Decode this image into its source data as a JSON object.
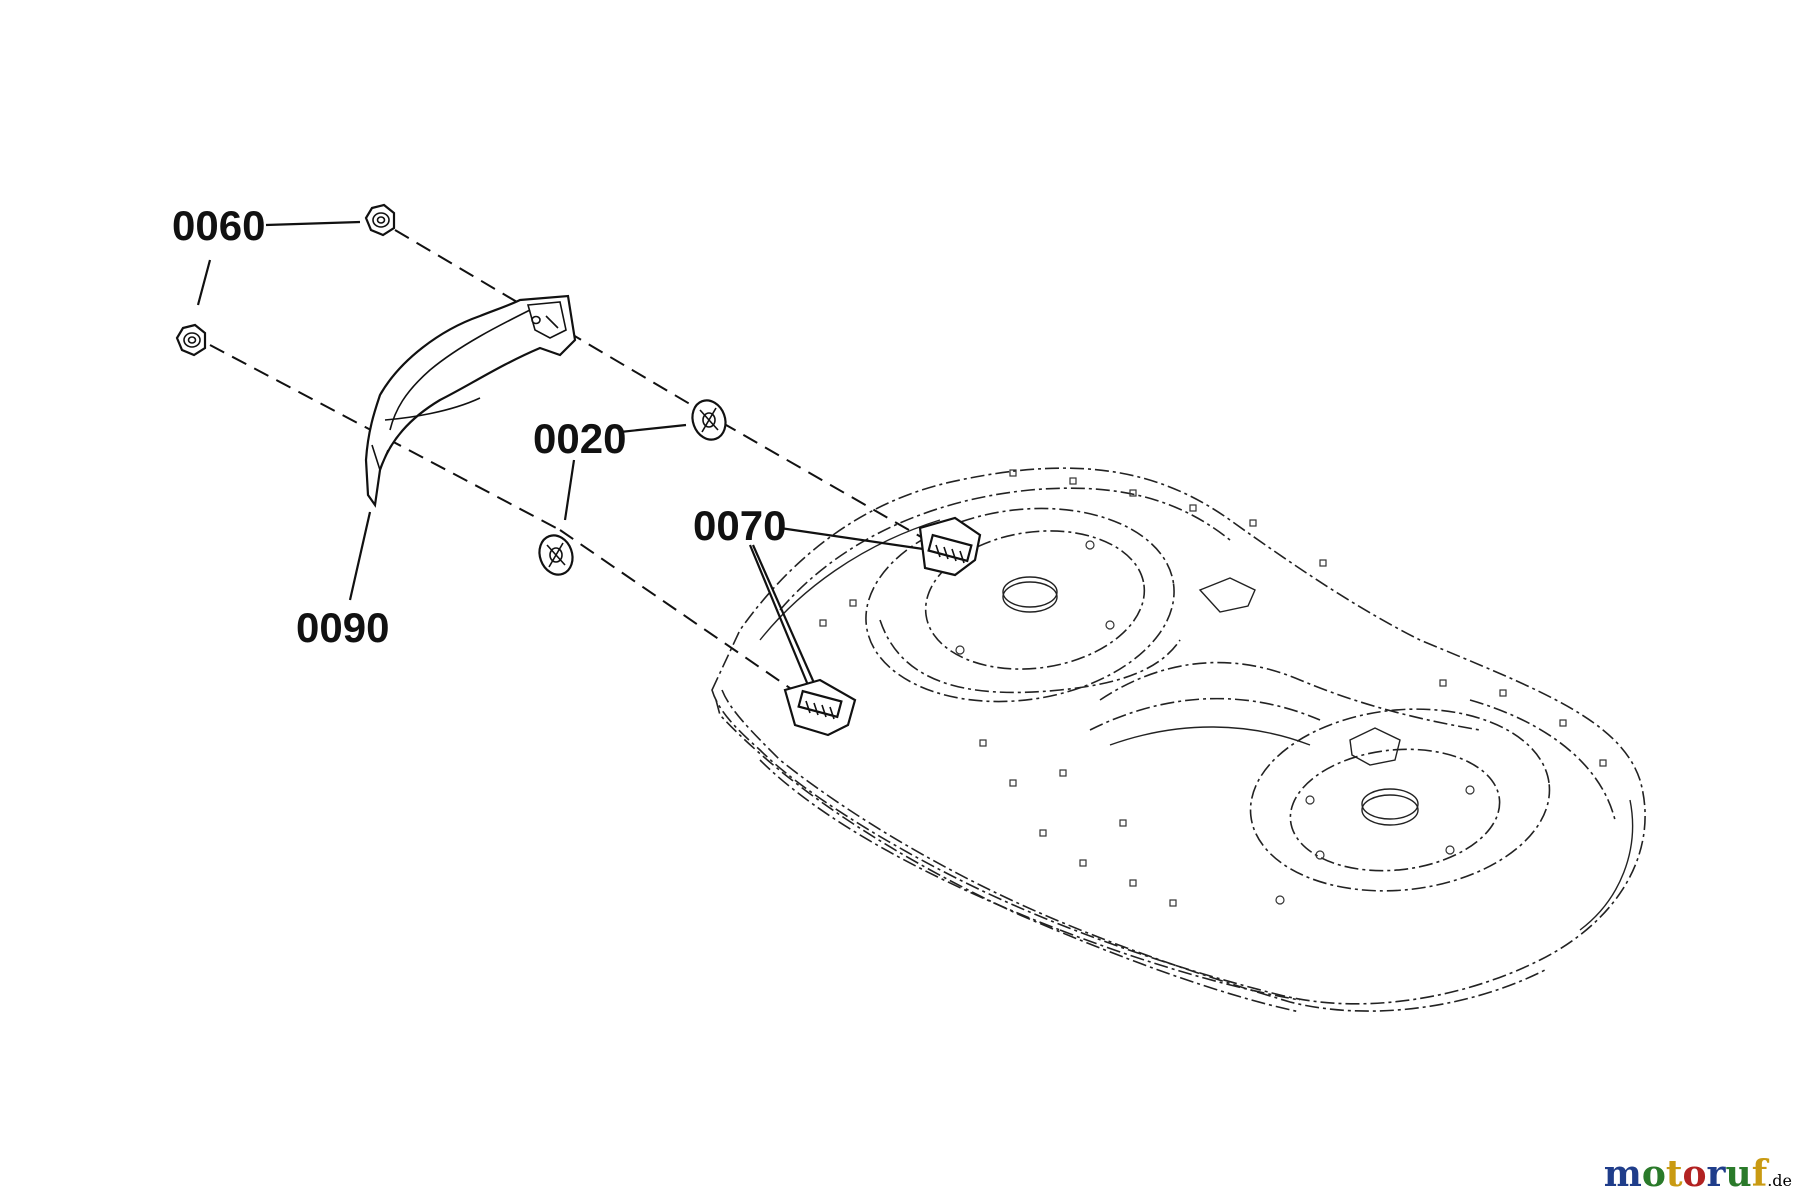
{
  "diagram": {
    "callouts": [
      {
        "id": "0060",
        "label": "0060"
      },
      {
        "id": "0020",
        "label": "0020"
      },
      {
        "id": "0070",
        "label": "0070"
      },
      {
        "id": "0090",
        "label": "0090"
      }
    ]
  },
  "watermark": {
    "brand": "motoruf",
    "suffix": ".de",
    "colors": [
      "#1f3d8a",
      "#2a7a2a",
      "#c99a12",
      "#b22222"
    ]
  }
}
